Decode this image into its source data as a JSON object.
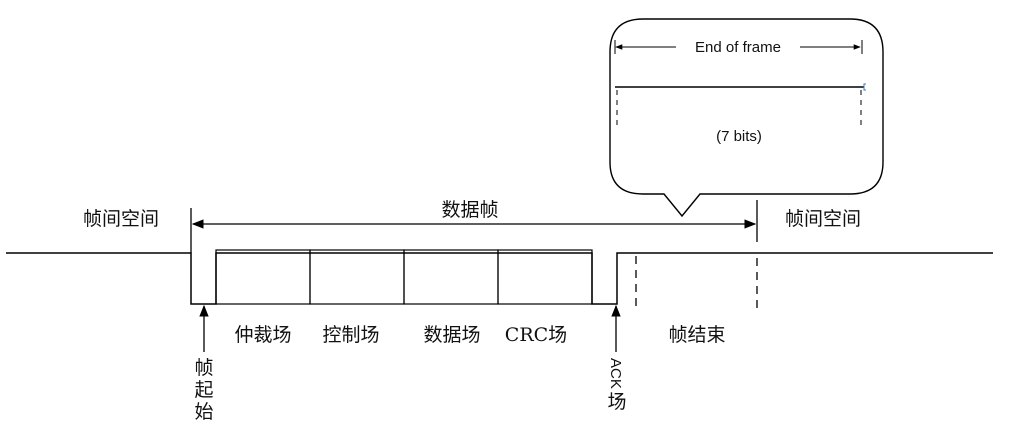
{
  "labels": {
    "interframe_left": "帧间空间",
    "interframe_right": "帧间空间",
    "data_frame": "数据帧",
    "arbitration_field": "仲裁场",
    "control_field": "控制场",
    "data_field": "数据场",
    "crc_field": "CRC场",
    "end_of_frame_cn": "帧结束",
    "sof_char_1": "帧",
    "sof_char_2": "起",
    "sof_char_3": "始",
    "ack_rotated": "ACK",
    "ack_suffix": "场"
  },
  "callout": {
    "title": "End of frame",
    "bits": "(7 bits)"
  },
  "colors": {
    "line": "#000000",
    "text": "#111111"
  }
}
